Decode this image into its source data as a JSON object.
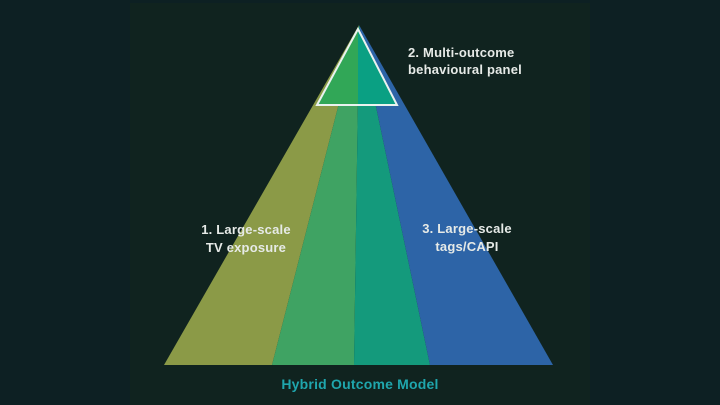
{
  "title": "Hybrid Outcome Model",
  "labels": {
    "tv": {
      "line1": "1. Large-scale",
      "line2": "TV exposure"
    },
    "panel": {
      "line1": "2. Multi-outcome",
      "line2": "behavioural panel"
    },
    "tags": {
      "line1": "3. Large-scale",
      "line2": "tags/CAPI"
    }
  },
  "segments": [
    {
      "name": "tv-exposure",
      "color_key": "olive"
    },
    {
      "name": "green-band",
      "color_key": "green"
    },
    {
      "name": "teal-band",
      "color_key": "teal"
    },
    {
      "name": "tags-capi",
      "color_key": "blue"
    },
    {
      "name": "behavioural-panel-apex",
      "color_key": "apex_green / apex_teal"
    }
  ],
  "colors": {
    "bg_outer": "#0d2023",
    "bg_panel": "#10231f",
    "olive": "#8b9a47",
    "green": "#3fa363",
    "teal": "#149a7c",
    "blue": "#2d64a7",
    "apex_green": "#31a757",
    "apex_teal": "#0aa083",
    "outline": "#eaf2ef",
    "label_text": "#e6eae7",
    "title_text": "#1fa6ad"
  }
}
